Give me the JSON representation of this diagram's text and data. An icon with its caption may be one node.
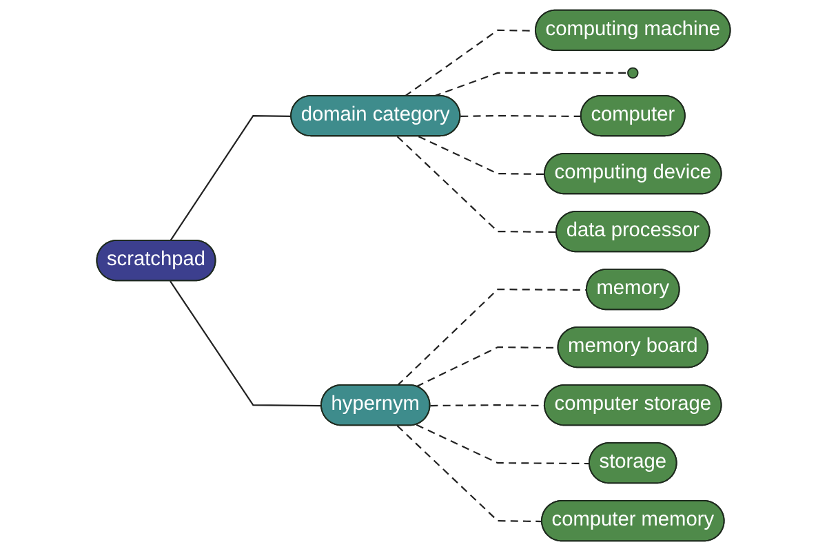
{
  "diagram": {
    "nodes": [
      {
        "text": [
          "scratchpad"
        ]
      },
      {
        "text": [
          "domain category"
        ]
      },
      {
        "text": [
          "computing machine"
        ]
      },
      {
        "text": [],
        "shape": "circle"
      },
      {
        "text": [
          "computer"
        ]
      },
      {
        "text": [
          "computing device"
        ]
      },
      {
        "text": [
          "data processor"
        ]
      },
      {
        "text": [
          "hypernym"
        ]
      },
      {
        "text": [
          "memory"
        ]
      },
      {
        "text": [
          "memory board"
        ]
      },
      {
        "text": [
          "computer storage"
        ]
      },
      {
        "text": [
          "storage"
        ]
      },
      {
        "text": [
          "computer memory"
        ]
      }
    ],
    "edges": [
      {
        "from": 0,
        "to": 1,
        "arrow": "none"
      },
      {
        "from": 1,
        "to": 2,
        "arrow": "none",
        "style": "dashed"
      },
      {
        "from": 1,
        "to": 3,
        "arrow": "none",
        "style": "dashed"
      },
      {
        "from": 1,
        "to": 4,
        "arrow": "none",
        "style": "dashed"
      },
      {
        "from": 1,
        "to": 5,
        "arrow": "none",
        "style": "dashed"
      },
      {
        "from": 1,
        "to": 6,
        "arrow": "none",
        "style": "dashed"
      },
      {
        "from": 0,
        "to": 7,
        "arrow": "none"
      },
      {
        "from": 7,
        "to": 8,
        "arrow": "none",
        "style": "dashed"
      },
      {
        "from": 7,
        "to": 9,
        "arrow": "none",
        "style": "dashed"
      },
      {
        "from": 7,
        "to": 10,
        "arrow": "none",
        "style": "dashed"
      },
      {
        "from": 7,
        "to": 11,
        "arrow": "none",
        "style": "dashed"
      },
      {
        "from": 7,
        "to": 12,
        "arrow": "none",
        "style": "dashed"
      }
    ]
  }
}
